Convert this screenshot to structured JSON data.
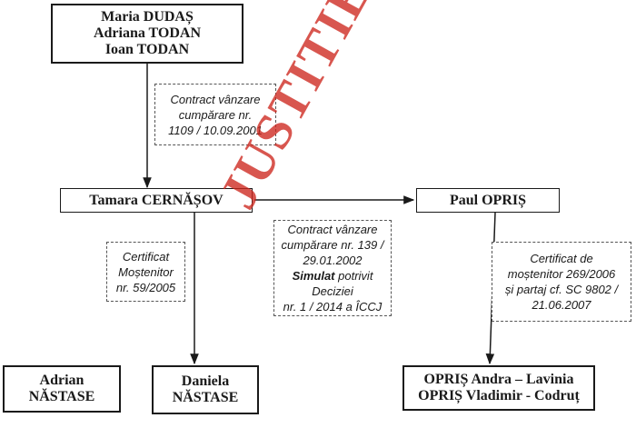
{
  "watermark": "JUSTITIEI.RO",
  "colors": {
    "line": "#1a1a1a",
    "note_border": "#555555",
    "watermark": "#cd261e"
  },
  "nodes": {
    "top_owners": [
      "Maria DUDAȘ",
      "Adriana TODAN",
      "Ioan TODAN"
    ],
    "tamara": "Tamara CERNĂȘOV",
    "paul": "Paul OPRIȘ",
    "adrian": [
      "Adrian",
      "NĂSTASE"
    ],
    "daniela": [
      "Daniela",
      "NĂSTASE"
    ],
    "opris_heirs": [
      "OPRIȘ Andra – Lavinia",
      "OPRIȘ Vladimir - Codruț"
    ]
  },
  "notes": {
    "contract_1109": [
      "Contract vânzare",
      "cumpărare nr.",
      "1109 / 10.09.2001"
    ],
    "certificat_59": [
      "Certificat",
      "Moștenitor",
      "nr. 59/2005"
    ],
    "contract_139": {
      "lines": [
        "Contract vânzare",
        "cumpărare nr. 139 /",
        "29.01.2002"
      ],
      "bold_word": "Simulat",
      "rest_line1": " potrivit Deciziei",
      "rest_line2": "nr. 1 / 2014 a ÎCCJ"
    },
    "certificat_269": [
      "Certificat de",
      "moștenitor 269/2006",
      "și partaj cf. SC 9802 /",
      "21.06.2007"
    ]
  }
}
